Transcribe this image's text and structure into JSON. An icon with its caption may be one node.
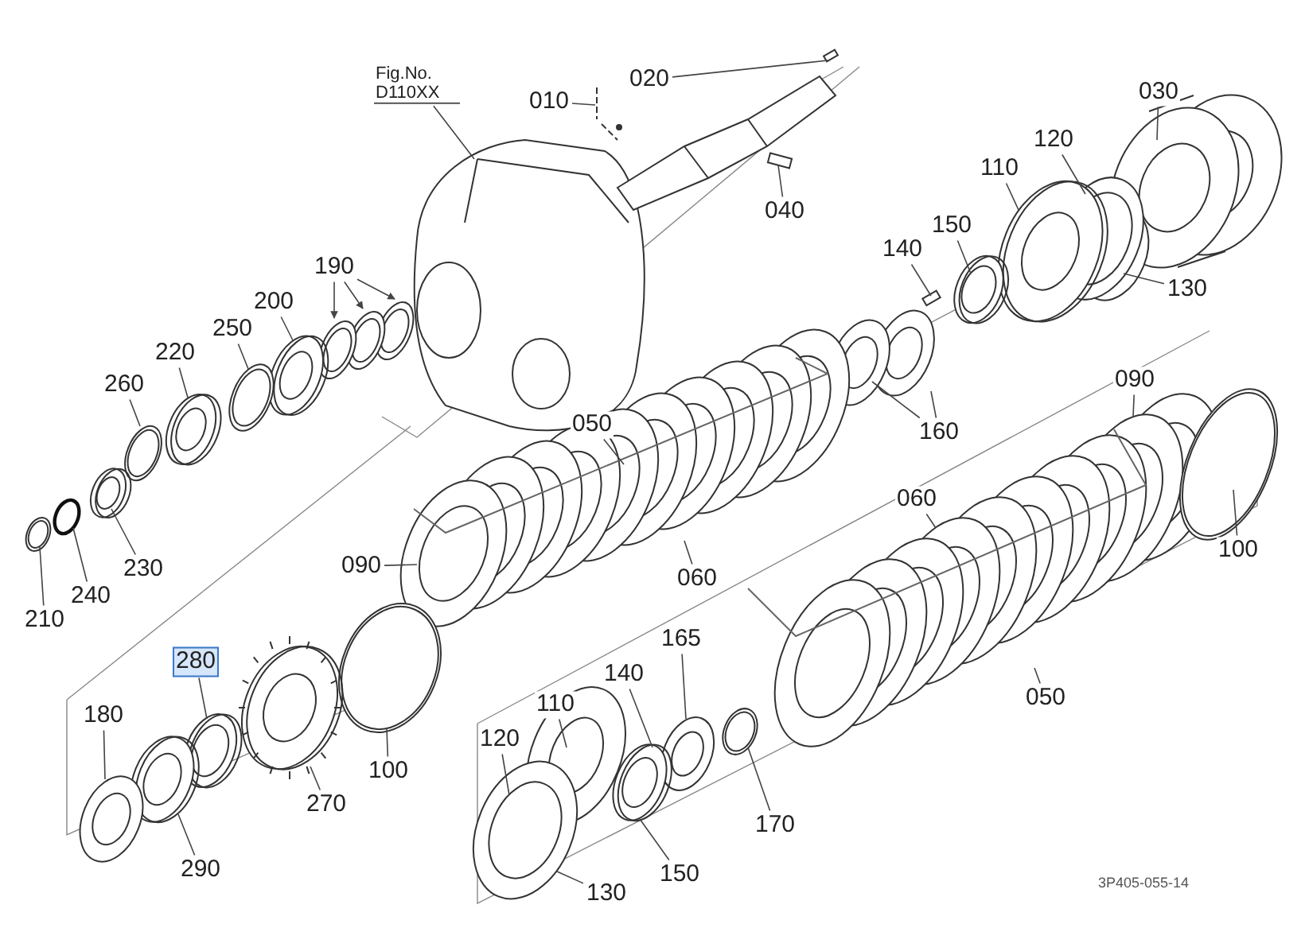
{
  "diagram": {
    "nodes": [
      {
        "text": [
          "Fig.No. D110XX"
        ]
      },
      {
        "text": [
          "010"
        ]
      },
      {
        "text": [
          "020"
        ]
      },
      {
        "text": [
          "040"
        ]
      },
      {
        "text": [
          "030"
        ]
      },
      {
        "text": [
          "120"
        ]
      },
      {
        "text": [
          "110"
        ]
      },
      {
        "text": [
          "150"
        ]
      },
      {
        "text": [
          "140"
        ]
      },
      {
        "text": [
          "130"
        ]
      },
      {
        "text": [
          "160"
        ]
      },
      {
        "text": [
          "190"
        ]
      },
      {
        "text": [
          "200"
        ]
      },
      {
        "text": [
          "250"
        ]
      },
      {
        "text": [
          "220"
        ]
      },
      {
        "text": [
          "260"
        ]
      },
      {
        "text": [
          "050"
        ]
      },
      {
        "text": [
          "060"
        ]
      },
      {
        "text": [
          "090"
        ]
      },
      {
        "text": [
          "090"
        ]
      },
      {
        "text": [
          "100"
        ]
      },
      {
        "text": [
          "060"
        ]
      },
      {
        "text": [
          "230"
        ]
      },
      {
        "text": [
          "240"
        ]
      },
      {
        "text": [
          "210"
        ]
      },
      {
        "text": [
          "280"
        ]
      },
      {
        "text": [
          "180"
        ]
      },
      {
        "text": [
          "270"
        ]
      },
      {
        "text": [
          "100"
        ]
      },
      {
        "text": [
          "290"
        ]
      },
      {
        "text": [
          "120"
        ]
      },
      {
        "text": [
          "110"
        ]
      },
      {
        "text": [
          "140"
        ]
      },
      {
        "text": [
          "165"
        ]
      },
      {
        "text": [
          "170"
        ]
      },
      {
        "text": [
          "150"
        ]
      },
      {
        "text": [
          "050"
        ]
      },
      {
        "text": [
          "130"
        ]
      }
    ],
    "edges": [
      {
        "from": 0,
        "to": null,
        "arrow": "none"
      },
      {
        "from": 1,
        "to": null,
        "arrow": "none"
      },
      {
        "from": 2,
        "to": null,
        "arrow": "none"
      },
      {
        "from": 3,
        "to": null,
        "arrow": "none"
      },
      {
        "from": 4,
        "to": null,
        "arrow": "none"
      },
      {
        "from": 5,
        "to": null,
        "arrow": "none"
      },
      {
        "from": 6,
        "to": null,
        "arrow": "none"
      },
      {
        "from": 7,
        "to": null,
        "arrow": "none"
      },
      {
        "from": 8,
        "to": null,
        "arrow": "none"
      },
      {
        "from": 9,
        "to": null,
        "arrow": "none"
      },
      {
        "from": 10,
        "to": null,
        "arrow": "none"
      },
      {
        "from": 10,
        "to": null,
        "arrow": "none"
      },
      {
        "from": 11,
        "to": null,
        "arrow": "to"
      },
      {
        "from": 11,
        "to": null,
        "arrow": "to"
      },
      {
        "from": 11,
        "to": null,
        "arrow": "to"
      },
      {
        "from": 12,
        "to": null,
        "arrow": "none"
      },
      {
        "from": 13,
        "to": null,
        "arrow": "none"
      },
      {
        "from": 14,
        "to": null,
        "arrow": "none"
      },
      {
        "from": 15,
        "to": null,
        "arrow": "none"
      },
      {
        "from": 16,
        "to": null,
        "arrow": "none"
      },
      {
        "from": 17,
        "to": null,
        "arrow": "none"
      },
      {
        "from": 18,
        "to": null,
        "arrow": "none"
      },
      {
        "from": 19,
        "to": null,
        "arrow": "none"
      },
      {
        "from": 20,
        "to": null,
        "arrow": "none"
      },
      {
        "from": 21,
        "to": null,
        "arrow": "none"
      },
      {
        "from": 22,
        "to": null,
        "arrow": "none"
      },
      {
        "from": 23,
        "to": null,
        "arrow": "none"
      },
      {
        "from": 24,
        "to": null,
        "arrow": "none"
      },
      {
        "from": 25,
        "to": null,
        "arrow": "none"
      },
      {
        "from": 26,
        "to": null,
        "arrow": "none"
      },
      {
        "from": 27,
        "to": null,
        "arrow": "none"
      },
      {
        "from": 28,
        "to": null,
        "arrow": "none"
      },
      {
        "from": 29,
        "to": null,
        "arrow": "none"
      },
      {
        "from": 30,
        "to": null,
        "arrow": "none"
      },
      {
        "from": 31,
        "to": null,
        "arrow": "none"
      },
      {
        "from": 32,
        "to": null,
        "arrow": "none"
      },
      {
        "from": 33,
        "to": null,
        "arrow": "none"
      },
      {
        "from": 34,
        "to": null,
        "arrow": "none"
      },
      {
        "from": 35,
        "to": null,
        "arrow": "none"
      },
      {
        "from": 36,
        "to": null,
        "arrow": "none"
      },
      {
        "from": 37,
        "to": null,
        "arrow": "none"
      }
    ],
    "labels": [
      "3P405-055-14"
    ]
  }
}
